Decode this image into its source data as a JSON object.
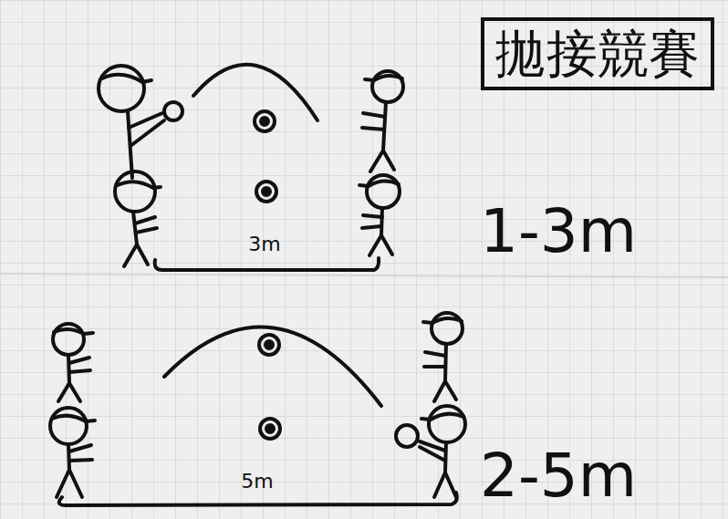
{
  "diagram": {
    "title": "拋接競賽",
    "labels": [
      "3m",
      "1-3m",
      "5m",
      "2-5m"
    ]
  }
}
